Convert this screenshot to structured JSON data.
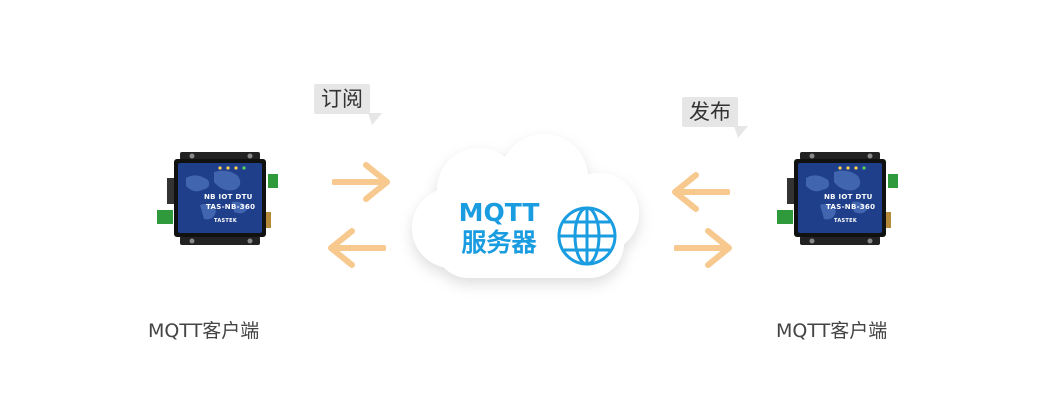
{
  "server": {
    "line1": "MQTT",
    "line2": "服务器"
  },
  "labels": {
    "subscribe": "订阅",
    "publish": "发布"
  },
  "clients": {
    "left": "MQTT客户端",
    "right": "MQTT客户端"
  },
  "device": {
    "model_line1": "NB IOT DTU",
    "model_line2": "TAS-NB-360",
    "brand": "TASTEK"
  },
  "icons": {
    "globe": "globe-icon",
    "arrow": "arrow-icon",
    "cloud": "cloud-shape"
  },
  "colors": {
    "arrow": "#f7c98f",
    "globe": "#1a9ce0",
    "device_body": "#1f3f8a",
    "bubble_bg": "#e6e6e6"
  }
}
